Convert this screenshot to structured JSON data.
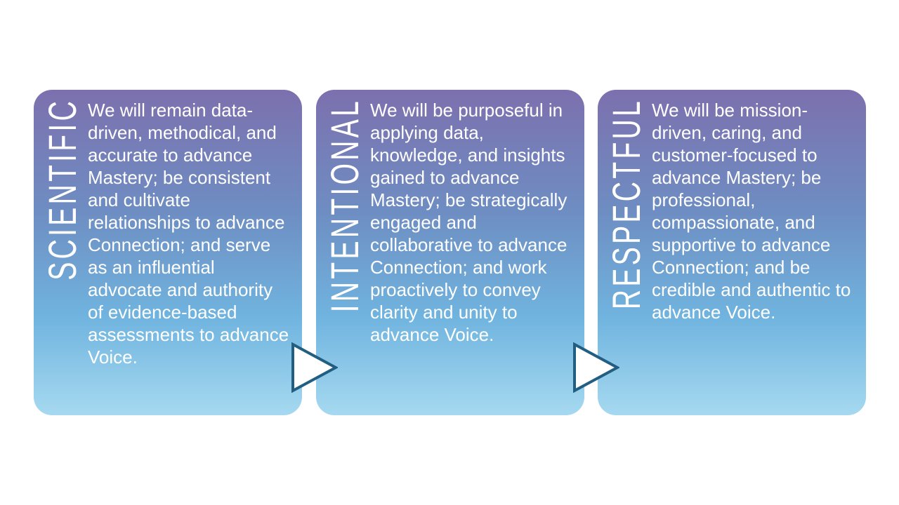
{
  "slide": {
    "background_color": "#FFFFFF",
    "cards": [
      {
        "title": "SCIENTIFIC",
        "body": "We will remain data-driven, methodical, and accurate to advance Mastery; be consistent and cultivate relationships to advance Connection; and serve as an influential advocate and authority of evidence-based assessments to advance Voice."
      },
      {
        "title": "INTENTIONAL",
        "body": "We will be purposeful in applying data, knowledge, and insights gained to advance Mastery; be strategically engaged and collaborative to advance Connection; and work proactively to convey clarity and unity to advance Voice."
      },
      {
        "title": "RESPECTFUL",
        "body": "We will be mission-driven, caring, and customer-focused to advance Mastery; be professional, compassionate, and supportive to advance Connection; and be credible and authentic to advance Voice."
      }
    ],
    "arrows": [
      {
        "icon": "right-triangle-arrow"
      },
      {
        "icon": "right-triangle-arrow"
      }
    ],
    "colors": {
      "card_gradient_top": "#7C70AE",
      "card_gradient_upper_mid": "#6E8DC2",
      "card_gradient_lower_mid": "#70B4DF",
      "card_gradient_bottom": "#A6D9F0",
      "card_text": "#FFFFFF",
      "arrow_fill": "#FFFFFF",
      "arrow_stroke": "#215E82"
    }
  }
}
